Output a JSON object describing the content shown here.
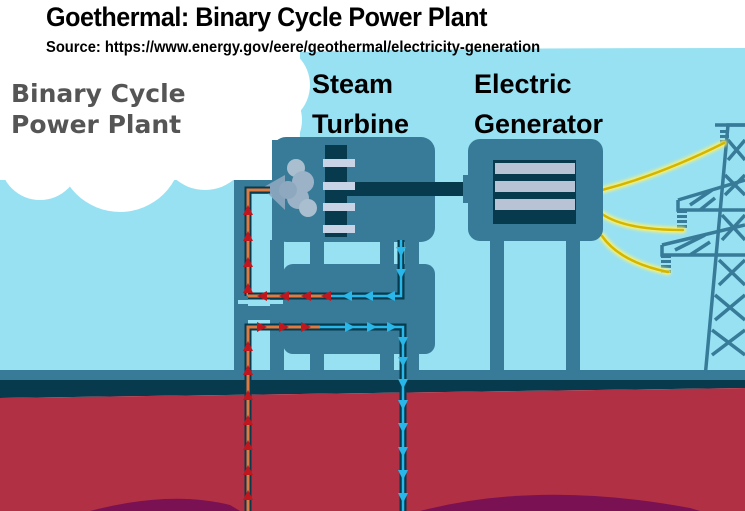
{
  "header": {
    "title": "Goethermal:  Binary Cycle Power Plant",
    "source": "Source:  https://www.energy.gov/eere/geothermal/electricity-generation"
  },
  "diagram": {
    "cloud_label_line1": "Binary Cycle",
    "cloud_label_line2": "Power Plant",
    "components": [
      {
        "id": "steam-turbine",
        "label_line1": "Steam",
        "label_line2": "Turbine"
      },
      {
        "id": "electric-generator",
        "label_line1": "Electric",
        "label_line2": "Generator"
      }
    ],
    "flows": [
      {
        "id": "hot-fluid-up",
        "direction": "up",
        "color": "#c0161e",
        "description": "hot geothermal fluid rising to turbine"
      },
      {
        "id": "cool-fluid-down",
        "direction": "down",
        "color": "#29b6e8",
        "description": "cooled fluid returning to reservoir"
      }
    ],
    "icons": [
      "cloud-icon",
      "steam-cloud-icon",
      "transmission-tower-icon",
      "power-line-icon"
    ],
    "colors": {
      "sky": "#98e1f2",
      "machine": "#377b98",
      "machine_dark": "#063a4c",
      "ground": "#b23043",
      "magma": "#7a1152",
      "wire": "#e8d320",
      "generator_coil": "#b8c4d6"
    }
  }
}
